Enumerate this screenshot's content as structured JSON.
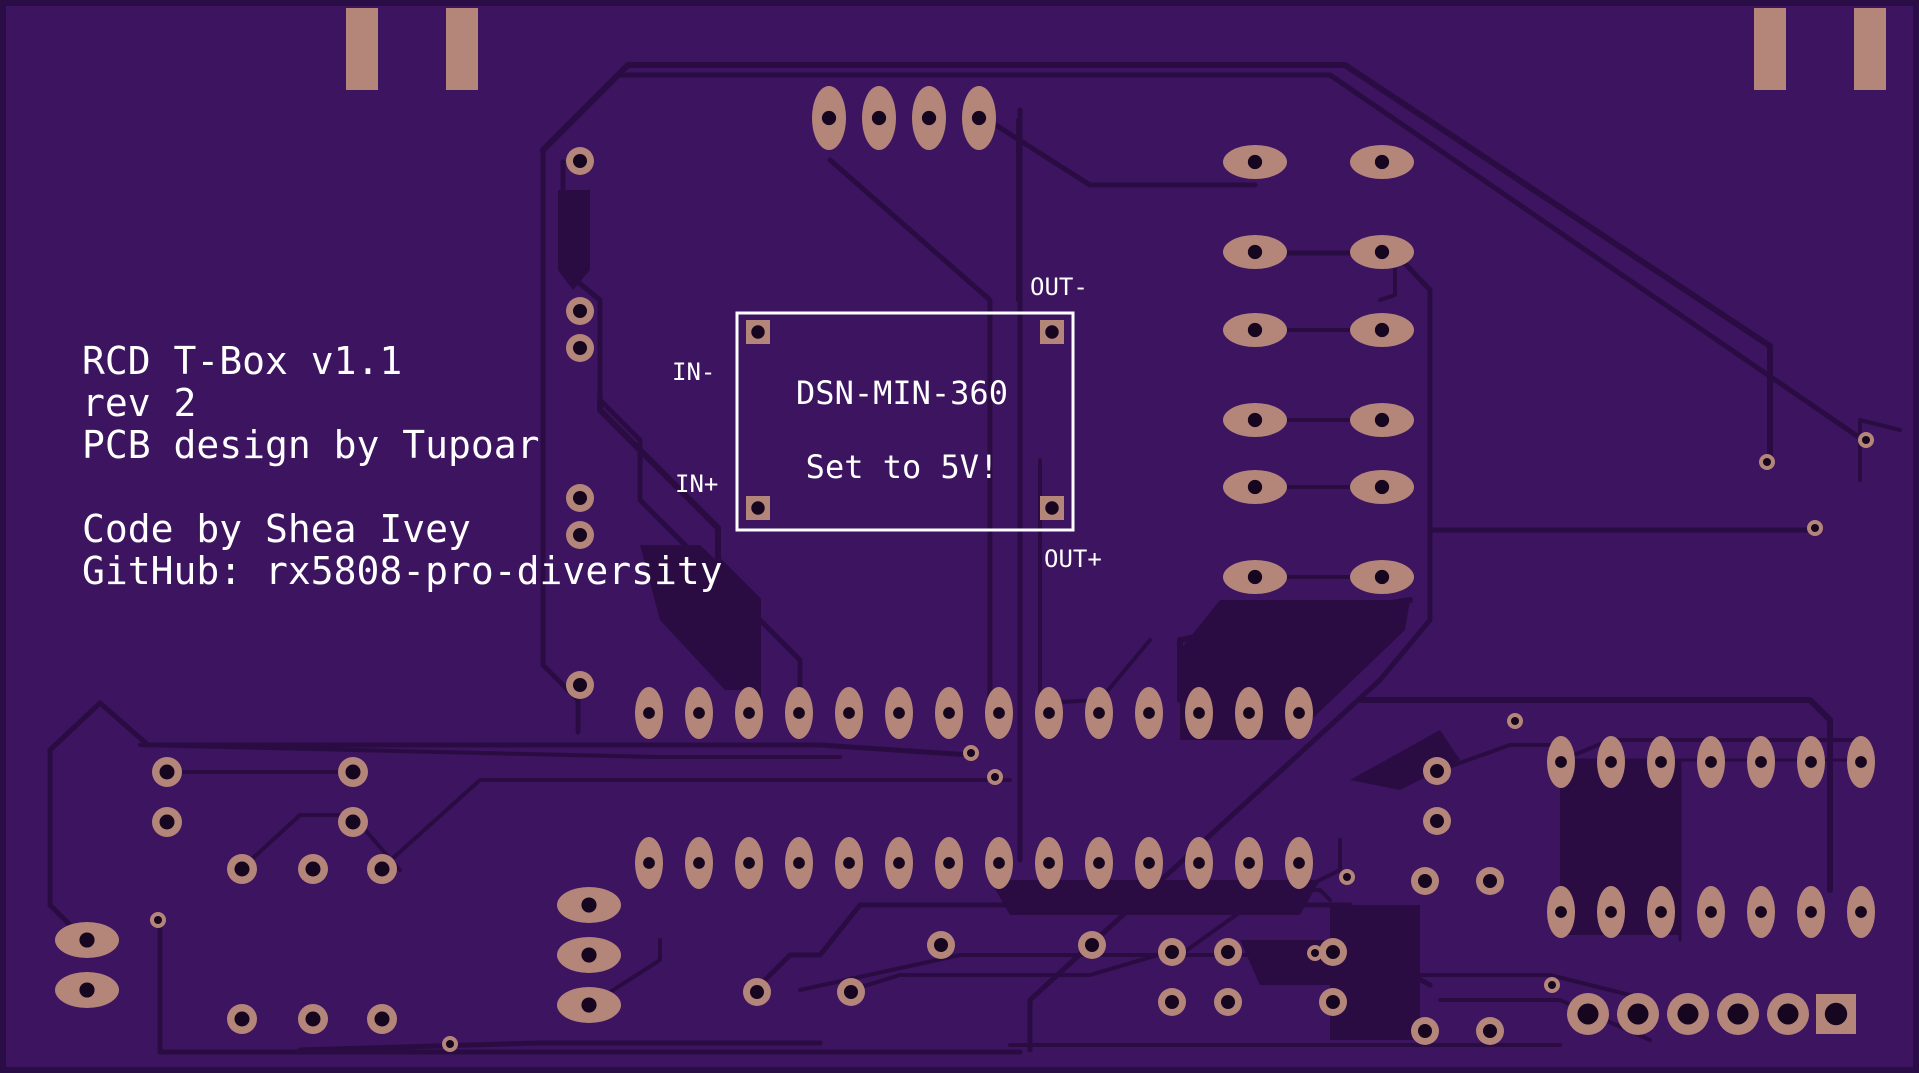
{
  "board": {
    "colors": {
      "board": "#3c1460",
      "edge": "#2a0d45",
      "trace": "#2a0c43",
      "pad": "#b4867a",
      "hole": "#16061f",
      "silk": "#ffffff"
    },
    "silkscreen": {
      "info_lines": [
        "RCD T-Box v1.1",
        "rev 2",
        "PCB design by Tupoar",
        "",
        "Code by Shea Ivey",
        "GitHub: rx5808-pro-diversity"
      ],
      "module": {
        "name": "DSN-MIN-360",
        "note": "Set to 5V!",
        "in_minus": "IN-",
        "in_plus": "IN+",
        "out_minus": "OUT-",
        "out_plus": "OUT+"
      }
    }
  }
}
